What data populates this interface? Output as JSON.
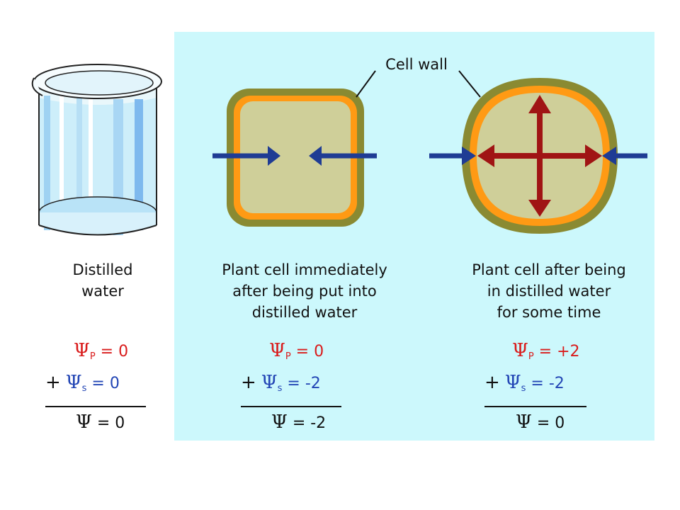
{
  "labels": {
    "cell_wall": "Cell wall"
  },
  "panels": [
    {
      "id": "beaker",
      "caption": [
        "Distilled",
        "water"
      ],
      "equation": {
        "pressure": {
          "symbol": "Ψ",
          "sub": "P",
          "rest": "= 0"
        },
        "solute": {
          "prefix": "+",
          "symbol": "Ψ",
          "sub": "s",
          "rest": "= 0"
        },
        "total": {
          "symbol": "Ψ",
          "rest": "= 0"
        }
      }
    },
    {
      "id": "cell-immediate",
      "caption": [
        "Plant cell immediately",
        "after being put into",
        "distilled water"
      ],
      "equation": {
        "pressure": {
          "symbol": "Ψ",
          "sub": "P",
          "rest": "= 0"
        },
        "solute": {
          "prefix": "+",
          "symbol": "Ψ",
          "sub": "s",
          "rest": "= -2"
        },
        "total": {
          "symbol": "Ψ",
          "rest": "= -2"
        }
      }
    },
    {
      "id": "cell-after",
      "caption": [
        "Plant cell after being",
        "in distilled water",
        "for some time"
      ],
      "equation": {
        "pressure": {
          "symbol": "Ψ",
          "sub": "P",
          "rest": "= +2"
        },
        "solute": {
          "prefix": "+",
          "symbol": "Ψ",
          "sub": "s",
          "rest": "= -2"
        },
        "total": {
          "symbol": "Ψ",
          "rest": "= 0"
        }
      }
    }
  ],
  "colors": {
    "panel_background": "#ccf8fc",
    "cell_wall": "#8a8a32",
    "membrane": "#ff9a14",
    "cytoplasm": "#cfcf99",
    "water_arrow": "#1f3c94",
    "pressure_arrow": "#a01414",
    "pressure_text": "#d91c1c",
    "solute_text": "#2346b5"
  }
}
